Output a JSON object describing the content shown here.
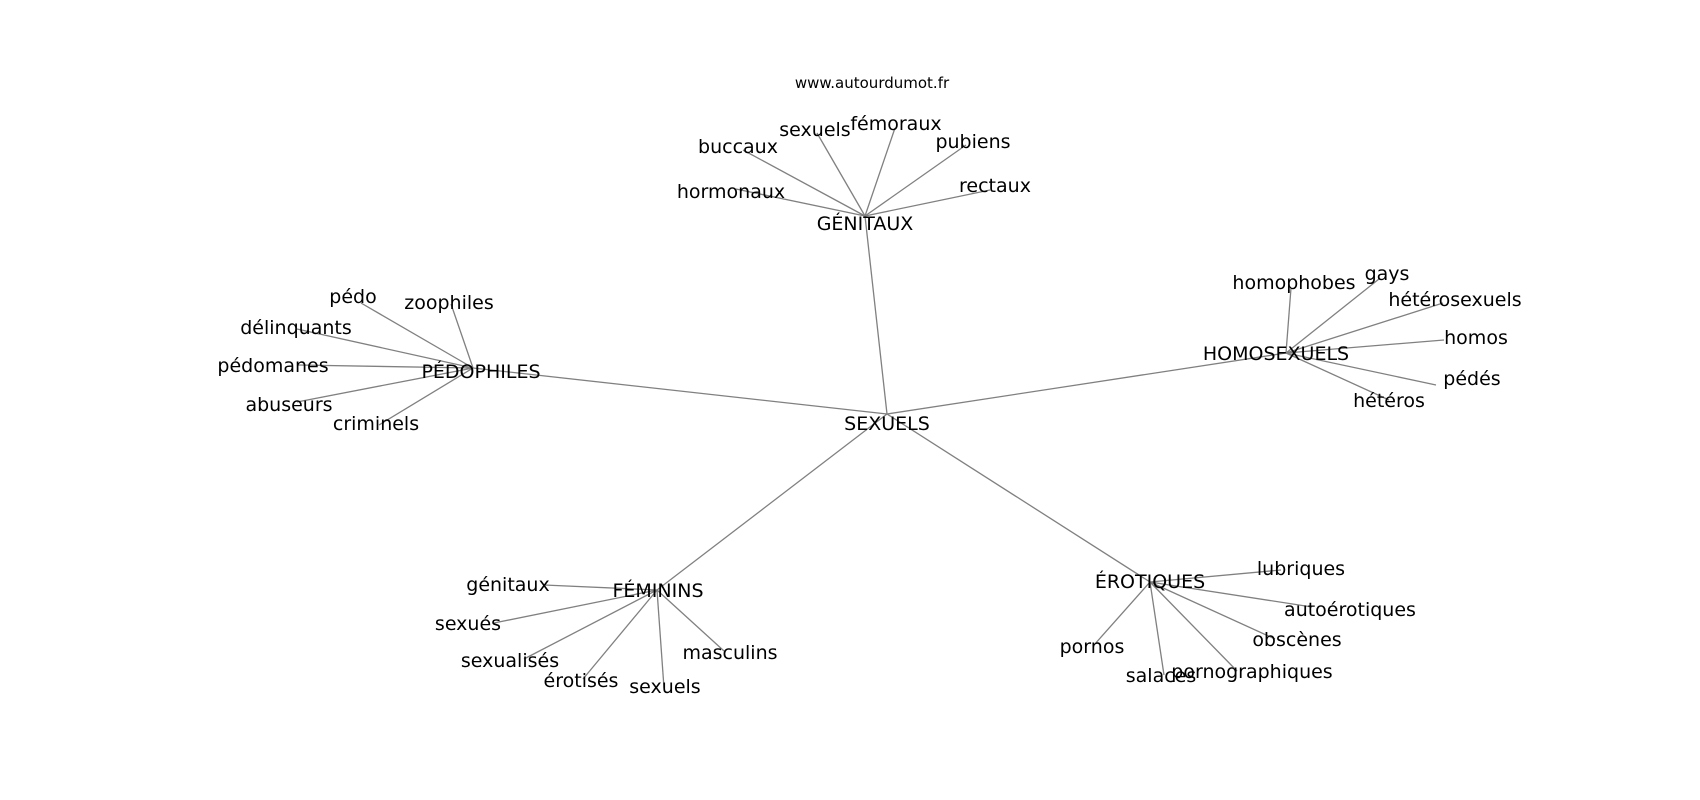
{
  "site": "www.autourdumot.fr",
  "center": "SEXUELS",
  "groups": [
    {
      "label": "GÉNITAUX",
      "children": [
        "hormonaux",
        "buccaux",
        "sexuels",
        "fémoraux",
        "pubiens",
        "rectaux"
      ]
    },
    {
      "label": "PÉDOPHILES",
      "children": [
        "pédo",
        "zoophiles",
        "délinquants",
        "pédomanes",
        "abuseurs",
        "criminels"
      ]
    },
    {
      "label": "HOMOSEXUELS",
      "children": [
        "homophobes",
        "gays",
        "hétérosexuels",
        "homos",
        "pédés",
        "hétéros"
      ]
    },
    {
      "label": "FÉMININS",
      "children": [
        "génitaux",
        "sexués",
        "sexualisés",
        "érotisés",
        "sexuels",
        "masculins"
      ]
    },
    {
      "label": "ÉROTIQUES",
      "children": [
        "lubriques",
        "autoérotiques",
        "obscènes",
        "pornographiques",
        "salaces",
        "pornos"
      ]
    }
  ]
}
